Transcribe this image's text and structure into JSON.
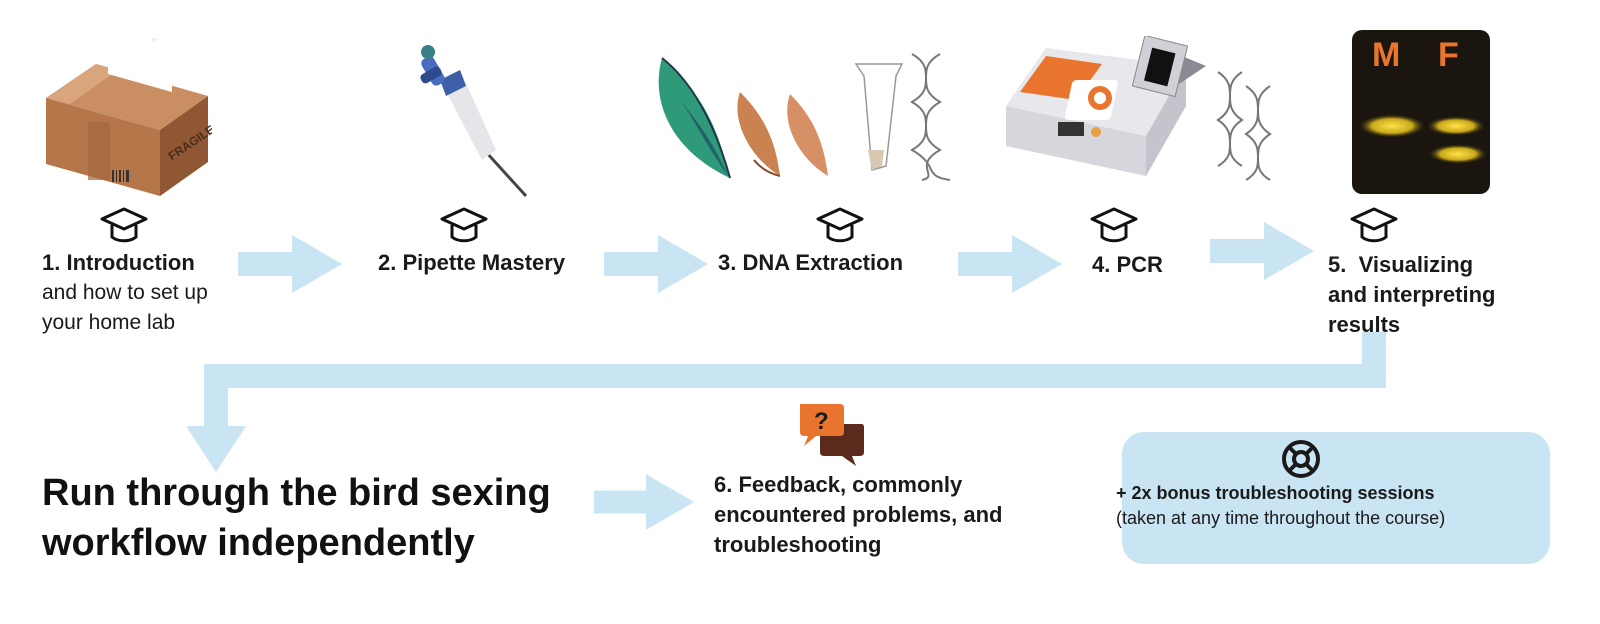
{
  "colors": {
    "arrow": "#c9e4f3",
    "accent_orange": "#e8742d",
    "box": "#c9e4f3",
    "text": "#1a1a1a"
  },
  "steps": [
    {
      "title": "1. Introduction",
      "subtitle_lines": [
        "and how to set up",
        "your home lab"
      ],
      "icon": "shipping-box-icon"
    },
    {
      "title": "2. Pipette Mastery",
      "icon": "pipette-icon"
    },
    {
      "title": "3. DNA Extraction",
      "icon": "feathers-and-dna-icon"
    },
    {
      "title": "4. PCR",
      "icon": "pcr-machine-icon"
    },
    {
      "title_lines": [
        "5.  Visualizing",
        "and interpreting",
        "results"
      ],
      "icon": "gel-image-icon"
    }
  ],
  "gel": {
    "lane_labels": [
      "M",
      "F"
    ]
  },
  "workflow": {
    "lines": [
      "Run through the bird sexing",
      "workflow independently"
    ]
  },
  "step6": {
    "lines": [
      "6. Feedback, commonly",
      "encountered problems, and",
      "troubleshooting"
    ],
    "icon": "question-speech-bubbles-icon"
  },
  "bonus": {
    "title": "+ 2x bonus troubleshooting sessions",
    "subtitle": "(taken at any time throughout the course)",
    "icon": "lifebuoy-icon"
  },
  "fragile_label": "FRAGILE"
}
